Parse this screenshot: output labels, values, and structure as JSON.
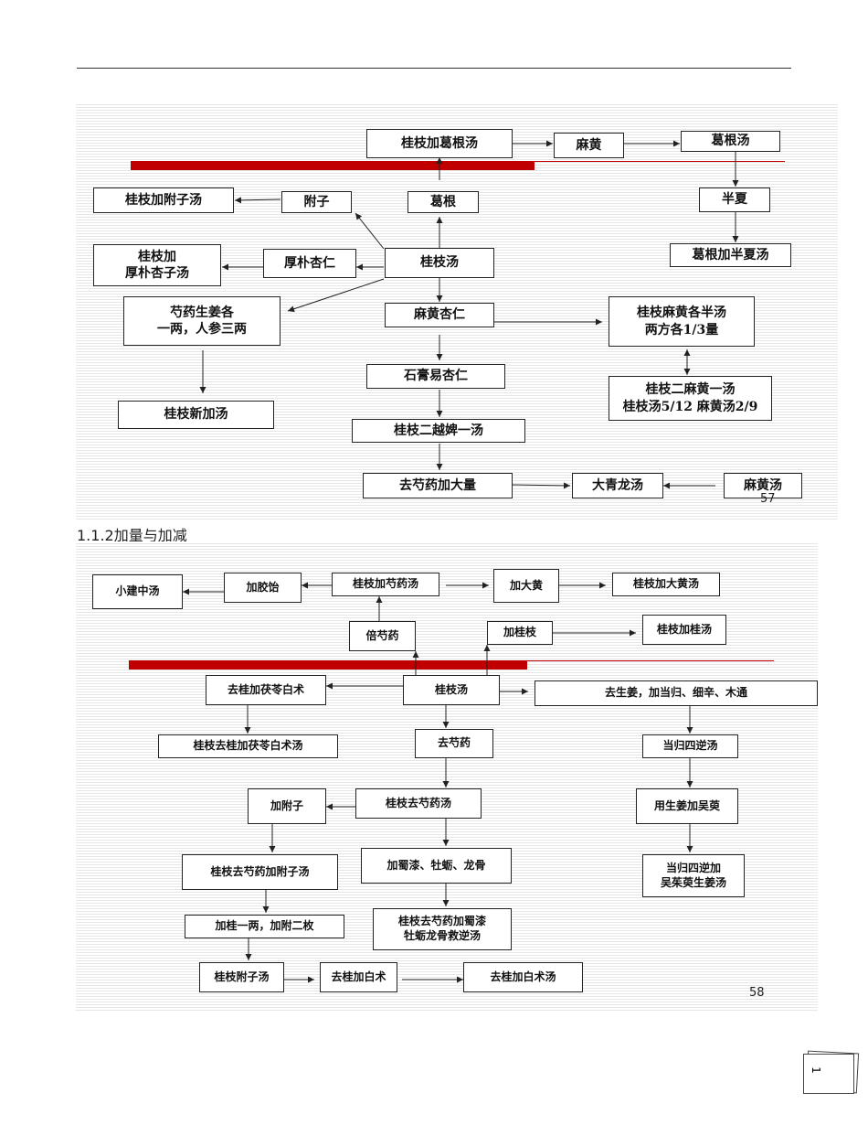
{
  "section_heading": {
    "number": "1.1.2",
    "title": "加量与加减"
  },
  "diagram1": {
    "page_number": "57",
    "nodes": {
      "guizhi_jia_gegen_tang": "桂枝加葛根汤",
      "mahuang": "麻黄",
      "gegen_tang": "葛根汤",
      "guizhi_jia_fuzi_tang": "桂枝加附子汤",
      "fuzi": "附子",
      "gegen": "葛根",
      "banxia": "半夏",
      "guizhi_jia_houpu_xingzi_tang": "桂枝加\n厚朴杏子汤",
      "houpu_xingren": "厚朴杏仁",
      "guizhi_tang": "桂枝汤",
      "gegen_jia_banxia_tang": "葛根加半夏汤",
      "shaoyao_shengjiang": "芍药生姜各\n一两，人参三两",
      "mahuang_xingren": "麻黄杏仁",
      "guima_geban_tang": "桂枝麻黄各半汤\n两方各1/3量",
      "shigao_yi_xingren": "石膏易杏仁",
      "guizhi_xinjia_tang": "桂枝新加汤",
      "guizhi_er_mahuang_yi_tang": "桂枝二麻黄一汤\n桂枝汤5/12 麻黄汤2/9",
      "guizhi_er_yuebi_yi_tang": "桂枝二越婢一汤",
      "qu_shaoyao_jia_daliang": "去芍药加大量",
      "da_qinglong_tang": "大青龙汤",
      "mahuang_tang": "麻黄汤"
    }
  },
  "diagram2": {
    "page_number": "58",
    "nodes": {
      "xiao_jianzhong_tang": "小建中汤",
      "jia_jiaoyi": "加胶饴",
      "guizhi_jia_shaoyao_tang": "桂枝加芍药汤",
      "jia_dahuang": "加大黄",
      "guizhi_jia_dahuang_tang": "桂枝加大黄汤",
      "bei_shaoyao": "倍芍药",
      "jia_guizhi": "加桂枝",
      "guizhi_jia_gui_tang": "桂枝加桂汤",
      "qu_gui_jia_fuling_baizhu": "去桂加茯苓白术",
      "guizhi_tang": "桂枝汤",
      "qu_shengjiang_jia_danggui": "去生姜，加当归、细辛、木通",
      "guizhi_qu_gui_jia_fuling_baizhu_tang": "桂枝去桂加茯苓白术汤",
      "qu_shao_yao": "去芍药",
      "danggui_sini_tang": "当归四逆汤",
      "jia_fuzi": "加附子",
      "guizhi_qu_shaoyao_tang": "桂枝去芍药汤",
      "yong_shengjiang_jia_wuzhuyu": "用生姜加吴萸",
      "guizhi_qu_shaoyao_jia_fuzi_tang": "桂枝去芍药加附子汤",
      "jia_shuqi_muli_longgu": "加蜀漆、牡蛎、龙骨",
      "danggui_sini_jia_wuzhuyu_shengjiang_tang": "当归四逆加\n吴茱萸生姜汤",
      "jia_gui_yiliang": "加桂一两，加附二枚",
      "jiuni_tang": "桂枝去芍药加蜀漆\n牡蛎龙骨救逆汤",
      "guizhi_fuzi_tang": "桂枝附子汤",
      "qu_gui_jia_baizhu": "去桂加白术",
      "qu_gui_jia_baizhu_tang": "去桂加白术汤"
    }
  },
  "footer": {
    "page_icon_number": "1"
  },
  "colors": {
    "accent_red": "#c00000",
    "border": "#222222"
  }
}
